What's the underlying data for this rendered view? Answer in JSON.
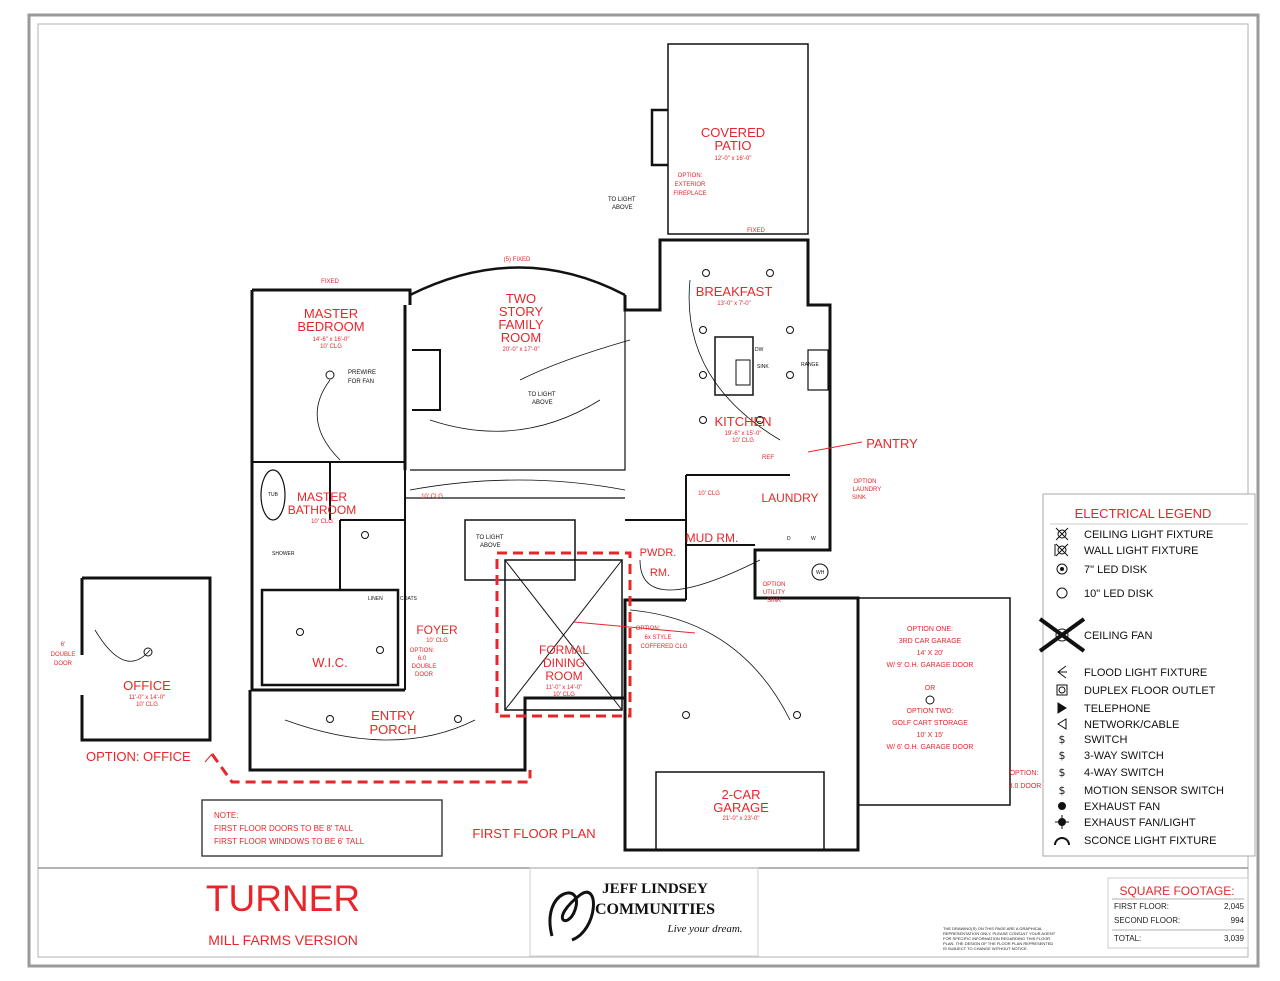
{
  "rooms": {
    "covered_patio": {
      "name_l1": "COVERED",
      "name_l2": "PATIO",
      "dims": "12'-0\" x 16'-0\""
    },
    "breakfast": {
      "name": "BREAKFAST",
      "dims": "13'-0\" x 7'-0\""
    },
    "two_story_family": {
      "l1": "TWO",
      "l2": "STORY",
      "l3": "FAMILY",
      "l4": "ROOM",
      "dims": "20'-0\" x 17'-0\""
    },
    "master_bedroom": {
      "l1": "MASTER",
      "l2": "BEDROOM",
      "dims": "14'-6\" x 16'-0\"",
      "clg": "10' CLG"
    },
    "kitchen": {
      "name": "KITCHEN",
      "dims": "19'-6\" x 15'-0\"",
      "clg": "10' CLG"
    },
    "pantry": {
      "name": "PANTRY"
    },
    "laundry": {
      "name": "LAUNDRY"
    },
    "master_bathroom": {
      "l1": "MASTER",
      "l2": "BATHROOM",
      "clg": "10' CLG"
    },
    "mud_rm": {
      "name": "MUD RM."
    },
    "pwdr_rm": {
      "l1": "PWDR.",
      "l2": "RM."
    },
    "foyer": {
      "name": "FOYER",
      "clg": "10' CLG"
    },
    "formal_dining": {
      "l1": "FORMAL",
      "l2": "DINING",
      "l3": "ROOM",
      "dims": "11'-0\" x 14'-0\"",
      "clg": "10' CLG"
    },
    "wic": {
      "name": "W.I.C."
    },
    "office": {
      "name": "OFFICE",
      "dims": "11'-0\" x 14'-0\"",
      "clg": "10' CLG"
    },
    "entry_porch": {
      "l1": "ENTRY",
      "l2": "PORCH"
    },
    "garage": {
      "l1": "2-CAR",
      "l2": "GARAGE",
      "dims": "21'-0\" x 23'-0\""
    },
    "garage_option": {
      "l1": "OPTION ONE:",
      "l2": "3RD CAR GARAGE",
      "l3": "14' X 20'",
      "l4": "W/ 9' O.H. GARAGE DOOR",
      "or": "OR",
      "l5": "OPTION TWO:",
      "l6": "GOLF CART STORAGE",
      "l7": "10' X 15'",
      "l8": "W/ 6' O.H. GARAGE DOOR"
    }
  },
  "annotations": {
    "option_exterior_fireplace": [
      "OPTION:",
      "EXTERIOR",
      "FIREPLACE"
    ],
    "to_light_above_patio": [
      "TO LIGHT",
      "ABOVE"
    ],
    "fixed_patio": "FIXED",
    "fixed_bed": "FIXED",
    "fixed_family": "(5) FIXED",
    "prewire": [
      "PREWIRE",
      "FOR FAN"
    ],
    "to_light_above_family": [
      "TO LIGHT",
      "ABOVE"
    ],
    "to_light_above_stair": [
      "TO LIGHT",
      "ABOVE"
    ],
    "clg_10_hall": "10' CLG",
    "clg_10_mud": "10' CLG",
    "option_laundry_sink": [
      "OPTION",
      "LAUNDRY",
      "SINK"
    ],
    "option_utility_sink": [
      "OPTION",
      "UTILITY",
      "SINK"
    ],
    "option_coffered": [
      "OPTION:",
      "6x STYLE",
      "COFFERED CLG"
    ],
    "foyer_option": [
      "OPTION:",
      "6.0",
      "DOUBLE",
      "DOOR"
    ],
    "office_door": [
      "6'",
      "DOUBLE",
      "DOOR"
    ],
    "option_3_door": [
      "OPTION:",
      "3.0 DOOR"
    ],
    "dw": "DW",
    "sink": "SINK",
    "range": "RANGE",
    "ref": "REF",
    "tub": "TUB",
    "shower": "SHOWER",
    "linen": "LINEN",
    "coats": "COATS",
    "wh": "WH",
    "dw_laundry": "D",
    "w_laundry": "W"
  },
  "option_office_label": "OPTION: OFFICE",
  "first_floor_plan_label": "FIRST FLOOR PLAN",
  "note": {
    "title": "NOTE:",
    "line1": "FIRST FLOOR DOORS TO BE 8' TALL",
    "line2": "FIRST FLOOR WINDOWS TO BE 6' TALL"
  },
  "legend": {
    "title": "ELECTRICAL LEGEND",
    "items": [
      {
        "icon": "ceiling-light-icon",
        "label": "CEILING LIGHT FIXTURE"
      },
      {
        "icon": "wall-light-icon",
        "label": "WALL LIGHT FIXTURE"
      },
      {
        "icon": "led-disk-7-icon",
        "label": "7\" LED DISK"
      },
      {
        "icon": "led-disk-10-icon",
        "label": "10\" LED DISK"
      },
      {
        "icon": "ceiling-fan-icon",
        "label": "CEILING FAN"
      },
      {
        "icon": "flood-light-icon",
        "label": "FLOOD LIGHT FIXTURE"
      },
      {
        "icon": "duplex-floor-outlet-icon",
        "label": "DUPLEX FLOOR OUTLET"
      },
      {
        "icon": "telephone-icon",
        "label": "TELEPHONE"
      },
      {
        "icon": "network-cable-icon",
        "label": "NETWORK/CABLE"
      },
      {
        "icon": "switch-icon",
        "label": "SWITCH"
      },
      {
        "icon": "three-way-switch-icon",
        "label": "3-WAY SWITCH"
      },
      {
        "icon": "four-way-switch-icon",
        "label": "4-WAY SWITCH"
      },
      {
        "icon": "motion-sensor-switch-icon",
        "label": "MOTION SENSOR SWITCH"
      },
      {
        "icon": "exhaust-fan-icon",
        "label": "EXHAUST FAN"
      },
      {
        "icon": "exhaust-fan-light-icon",
        "label": "EXHAUST FAN/LIGHT"
      },
      {
        "icon": "sconce-light-icon",
        "label": "SCONCE LIGHT FIXTURE"
      }
    ]
  },
  "title_block": {
    "plan_name": "TURNER",
    "version": "MILL FARMS VERSION",
    "logo_line1": "JEFF LINDSEY",
    "logo_line2": "COMMUNITIES",
    "tagline": "Live your dream.",
    "disclaimer": [
      "THE DRAWING(S) ON THIS PAGE ARE A GRAPHICAL",
      "REPRESENTATION ONLY. PLEASE CONSULT YOUR AGENT",
      "FOR SPECIFIC INFORMATION REGARDING THIS FLOOR",
      "PLAN. THE DESIGN OF THE FLOOR PLAN REPRESENTED",
      "IS SUBJECT TO CHANGE WITHOUT NOTICE."
    ]
  },
  "square_footage": {
    "title": "SQUARE FOOTAGE:",
    "rows": [
      {
        "label": "FIRST FLOOR:",
        "value": "2,045"
      },
      {
        "label": "SECOND FLOOR:",
        "value": "994"
      },
      {
        "label": "TOTAL:",
        "value": "3,039"
      }
    ]
  },
  "colors": {
    "accent_red": "#e8262a",
    "wall": "#111111",
    "frame": "#9a9a9a"
  }
}
